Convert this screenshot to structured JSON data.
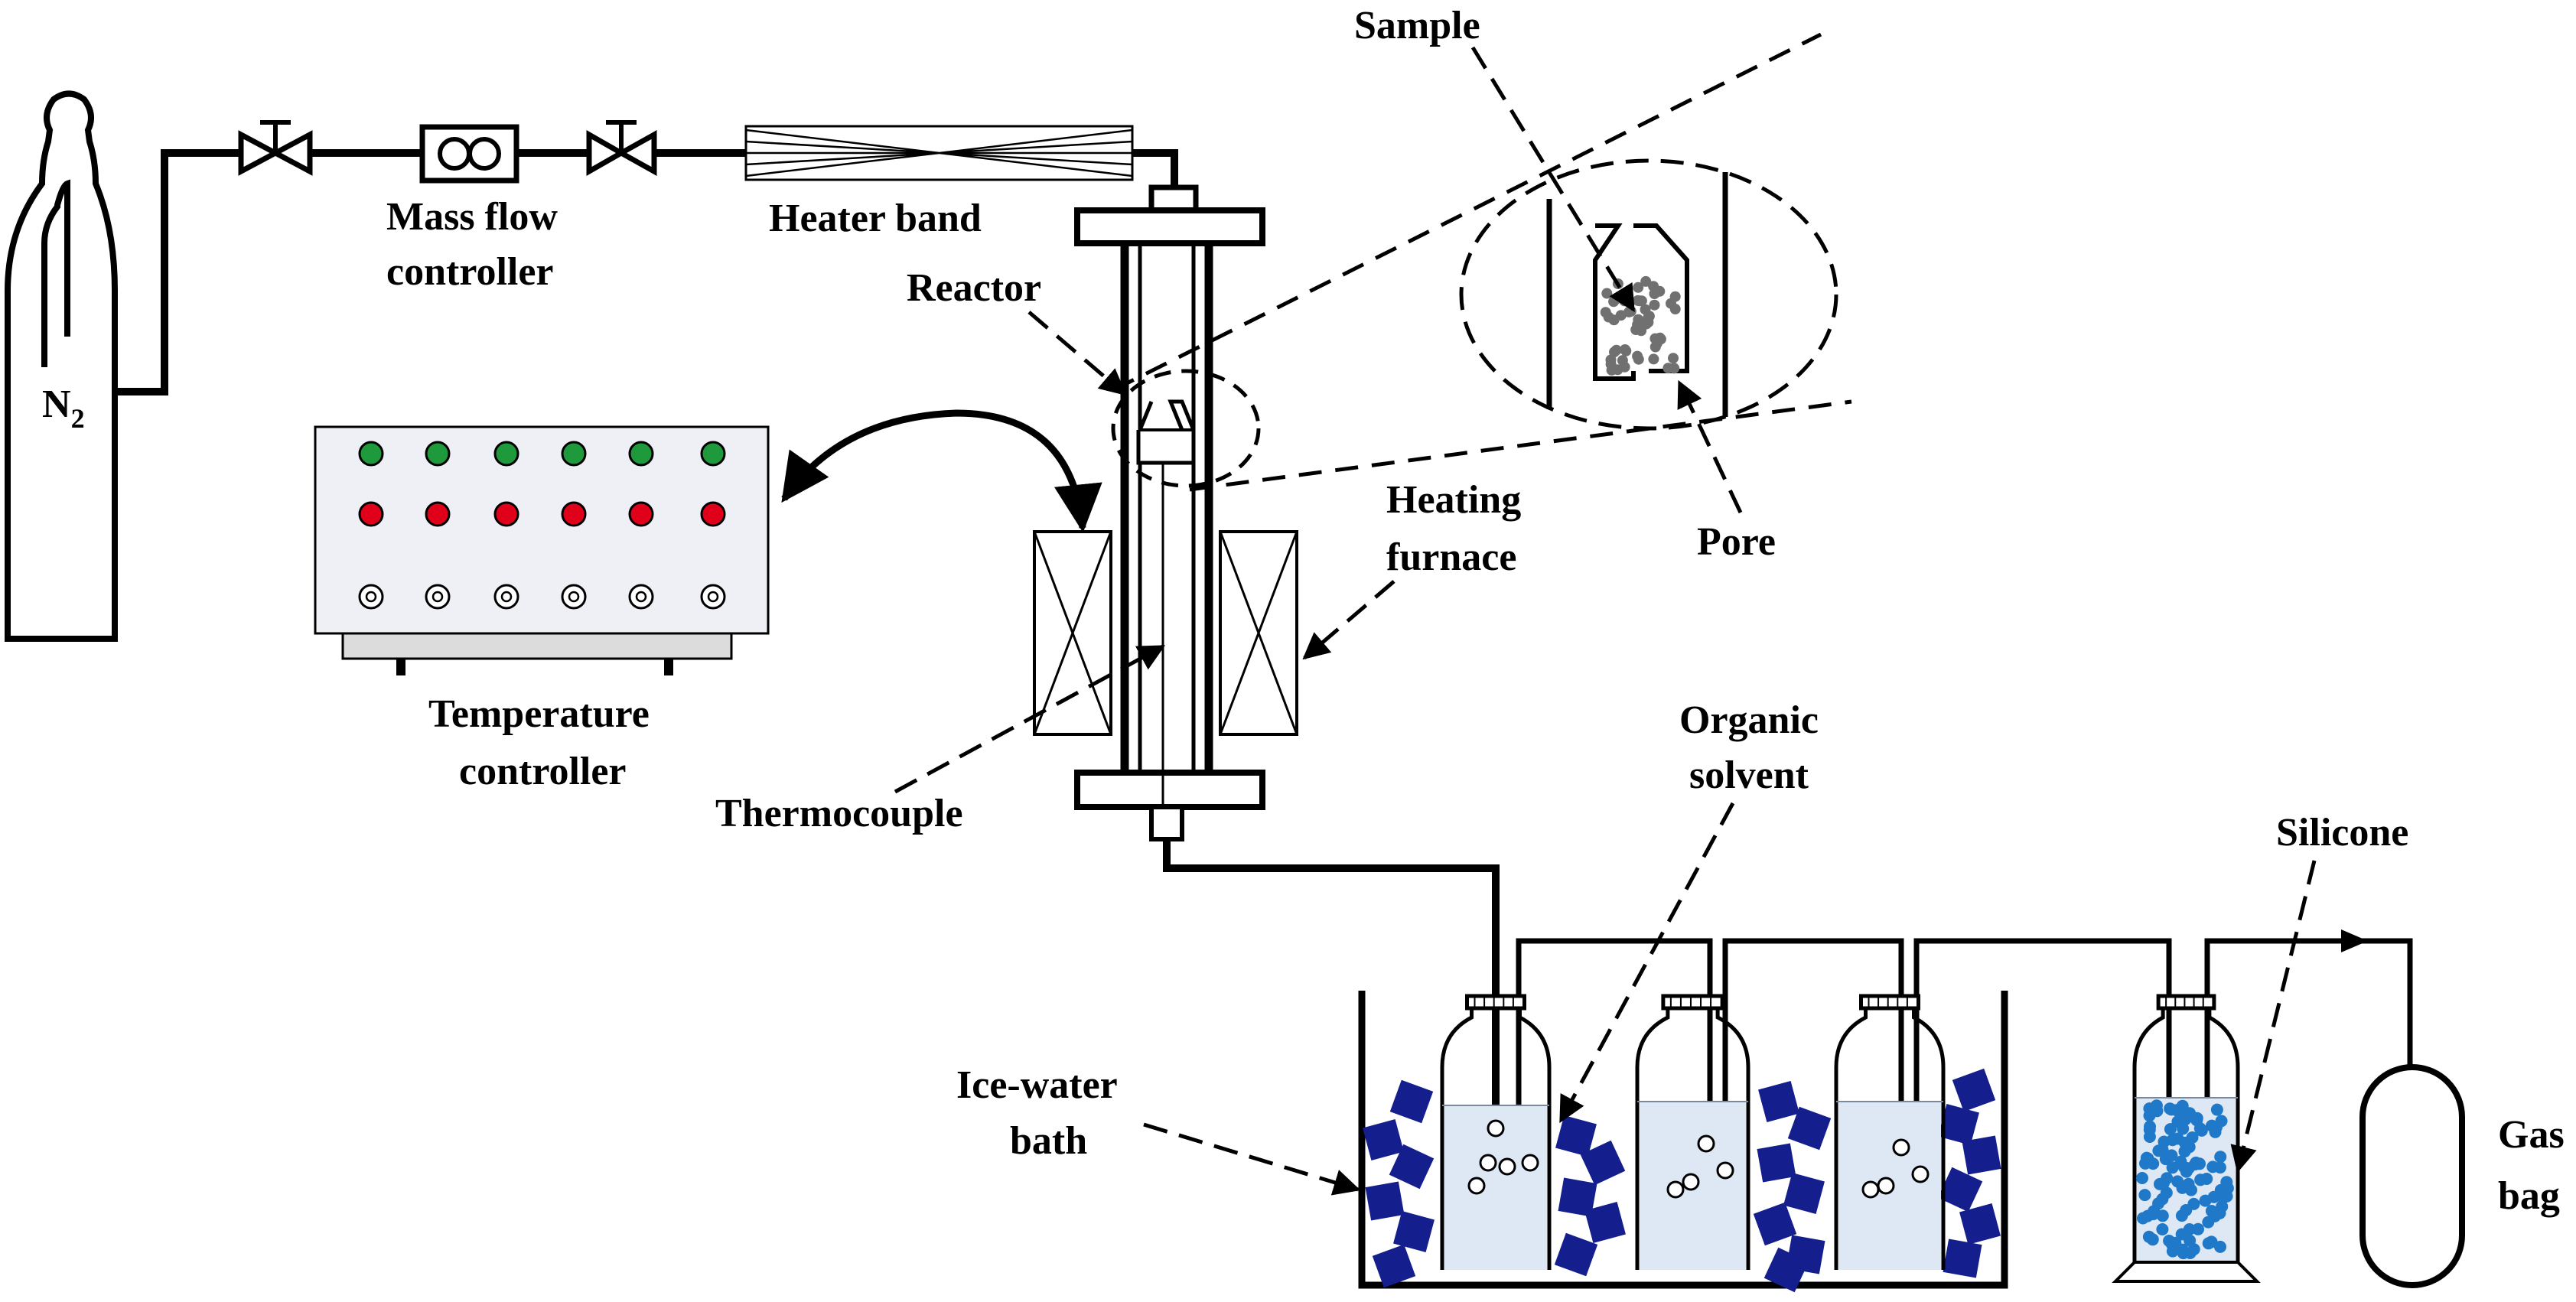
{
  "labels": {
    "n2": "N",
    "n2_sub": "2",
    "sample": "Sample",
    "mfc_line1": "Mass flow",
    "mfc_line2": "controller",
    "heater_band": "Heater band",
    "reactor": "Reactor",
    "pore": "Pore",
    "heating_line1": "Heating",
    "heating_line2": "furnace",
    "temp_line1": "Temperature",
    "temp_line2": "controller",
    "thermocouple": "Thermocouple",
    "organic_line1": "Organic",
    "organic_line2": "solvent",
    "silicone": "Silicone",
    "icebath_line1": "Ice-water",
    "icebath_line2": "bath",
    "gasbag_line1": "Gas",
    "gasbag_line2": "bag"
  },
  "colors": {
    "green_light": "#1e9a3c",
    "red_light": "#e0001a",
    "panel_fill": "#eef0f6",
    "solvent_fill": "#dde8f4",
    "ice_cube": "#141e8c",
    "silica_bead": "#1f78c8",
    "particle": "#707070"
  }
}
